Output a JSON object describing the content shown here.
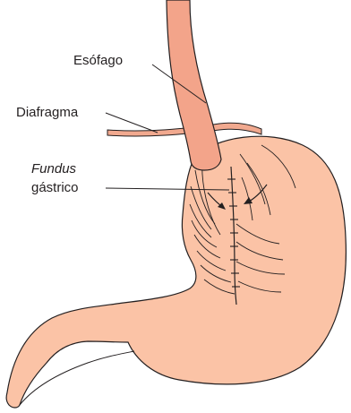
{
  "labels": {
    "esophagus": "Esófago",
    "diaphragm": "Diafragma",
    "fundus_line1": "Fundus",
    "fundus_line2": "gástrico"
  },
  "colors": {
    "stomach_fill": "#fbc3a6",
    "esophagus_fill": "#f3a48a",
    "diaphragm_fill": "#f1a98f",
    "outline": "#231f20"
  }
}
